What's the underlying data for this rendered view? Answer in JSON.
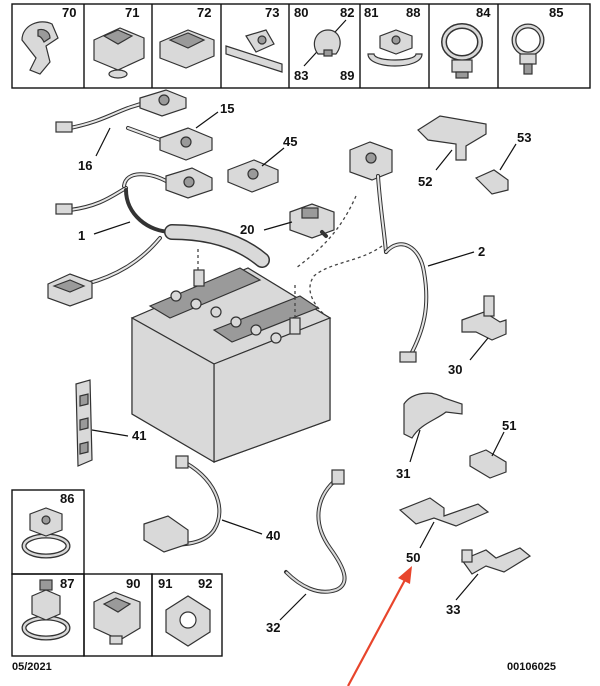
{
  "top_cells": [
    {
      "labels": [
        "70"
      ]
    },
    {
      "labels": [
        "71"
      ]
    },
    {
      "labels": [
        "72"
      ]
    },
    {
      "labels": [
        "73"
      ]
    },
    {
      "labels": [
        "80",
        "82",
        "83",
        "89"
      ]
    },
    {
      "labels": [
        "81",
        "88"
      ]
    },
    {
      "labels": [
        "84"
      ]
    },
    {
      "labels": [
        "85"
      ]
    }
  ],
  "bottom_cells": [
    {
      "labels": [
        "86"
      ]
    },
    {
      "labels": [
        "87"
      ]
    },
    {
      "labels": [
        "90"
      ]
    },
    {
      "labels": [
        "91",
        "92"
      ]
    }
  ],
  "callouts": {
    "c15": "15",
    "c16": "16",
    "c45": "45",
    "c53": "53",
    "c52": "52",
    "c1": "1",
    "c20": "20",
    "c2": "2",
    "c30": "30",
    "c41": "41",
    "c51": "51",
    "c31": "31",
    "c40": "40",
    "c50": "50",
    "c32": "32",
    "c33": "33"
  },
  "footer": {
    "date": "05/2021",
    "code": "00106025"
  },
  "colors": {
    "arrow": "#e8452c",
    "line": "#111111",
    "part_fill": "#d9d9d9"
  }
}
